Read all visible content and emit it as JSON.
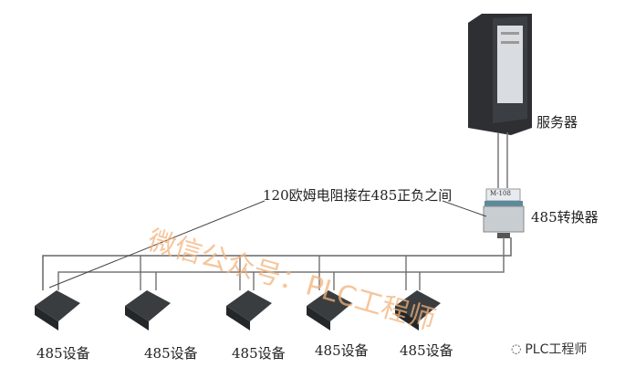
{
  "server_label": "服务器",
  "converter_label": "485转换器",
  "converter_model": "M-108",
  "resistor_note": "120欧姆电阻接在485正负之间",
  "devices": [
    {
      "label": "485设备"
    },
    {
      "label": "485设备"
    },
    {
      "label": "485设备"
    },
    {
      "label": "485设备"
    },
    {
      "label": "485设备"
    }
  ],
  "watermark": "微信公众号：PLC工程师",
  "logo_text": "PLC工程师",
  "colors": {
    "line": "#666666",
    "device": "#3a3d40",
    "watermark": "#f3b27a"
  }
}
